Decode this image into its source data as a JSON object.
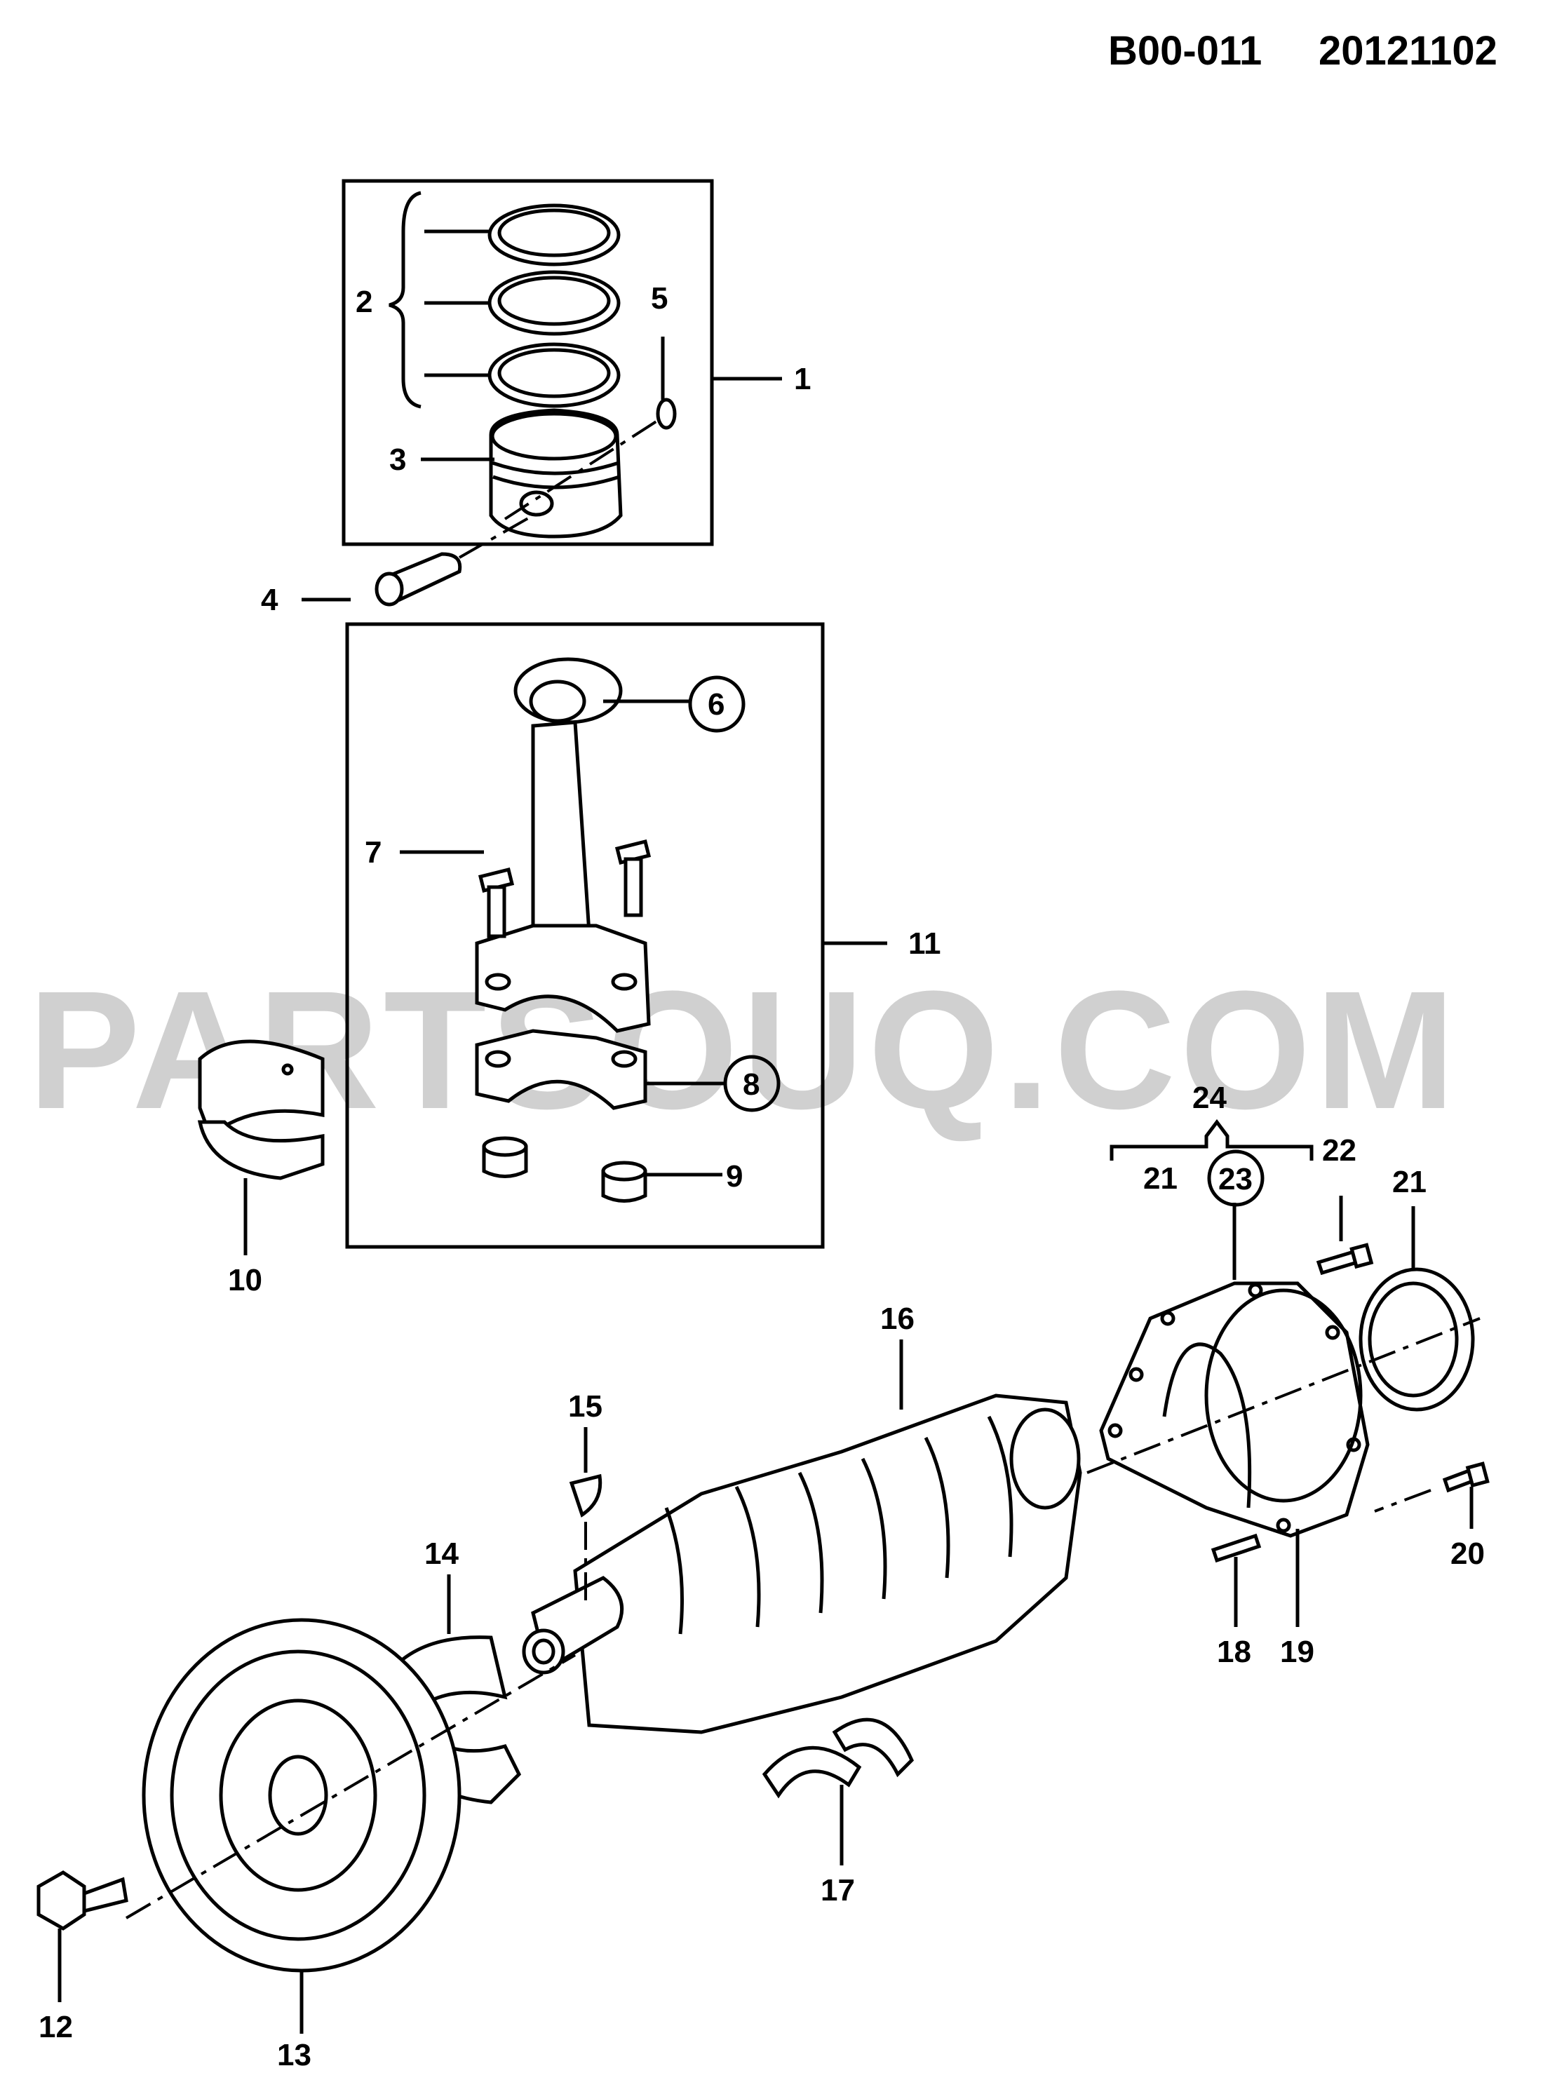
{
  "header": {
    "code": "B00-011",
    "date": "20121102"
  },
  "watermark": "PARTSOUQ.COM",
  "callouts": {
    "c1": "1",
    "c2": "2",
    "c3": "3",
    "c4": "4",
    "c5": "5",
    "c6": "6",
    "c7": "7",
    "c8": "8",
    "c9": "9",
    "c10": "10",
    "c11": "11",
    "c12": "12",
    "c13": "13",
    "c14": "14",
    "c15": "15",
    "c16": "16",
    "c17": "17",
    "c18": "18",
    "c19": "19",
    "c20": "20",
    "c21a": "21",
    "c21b": "21",
    "c22": "22",
    "c23": "23",
    "c24": "24"
  }
}
